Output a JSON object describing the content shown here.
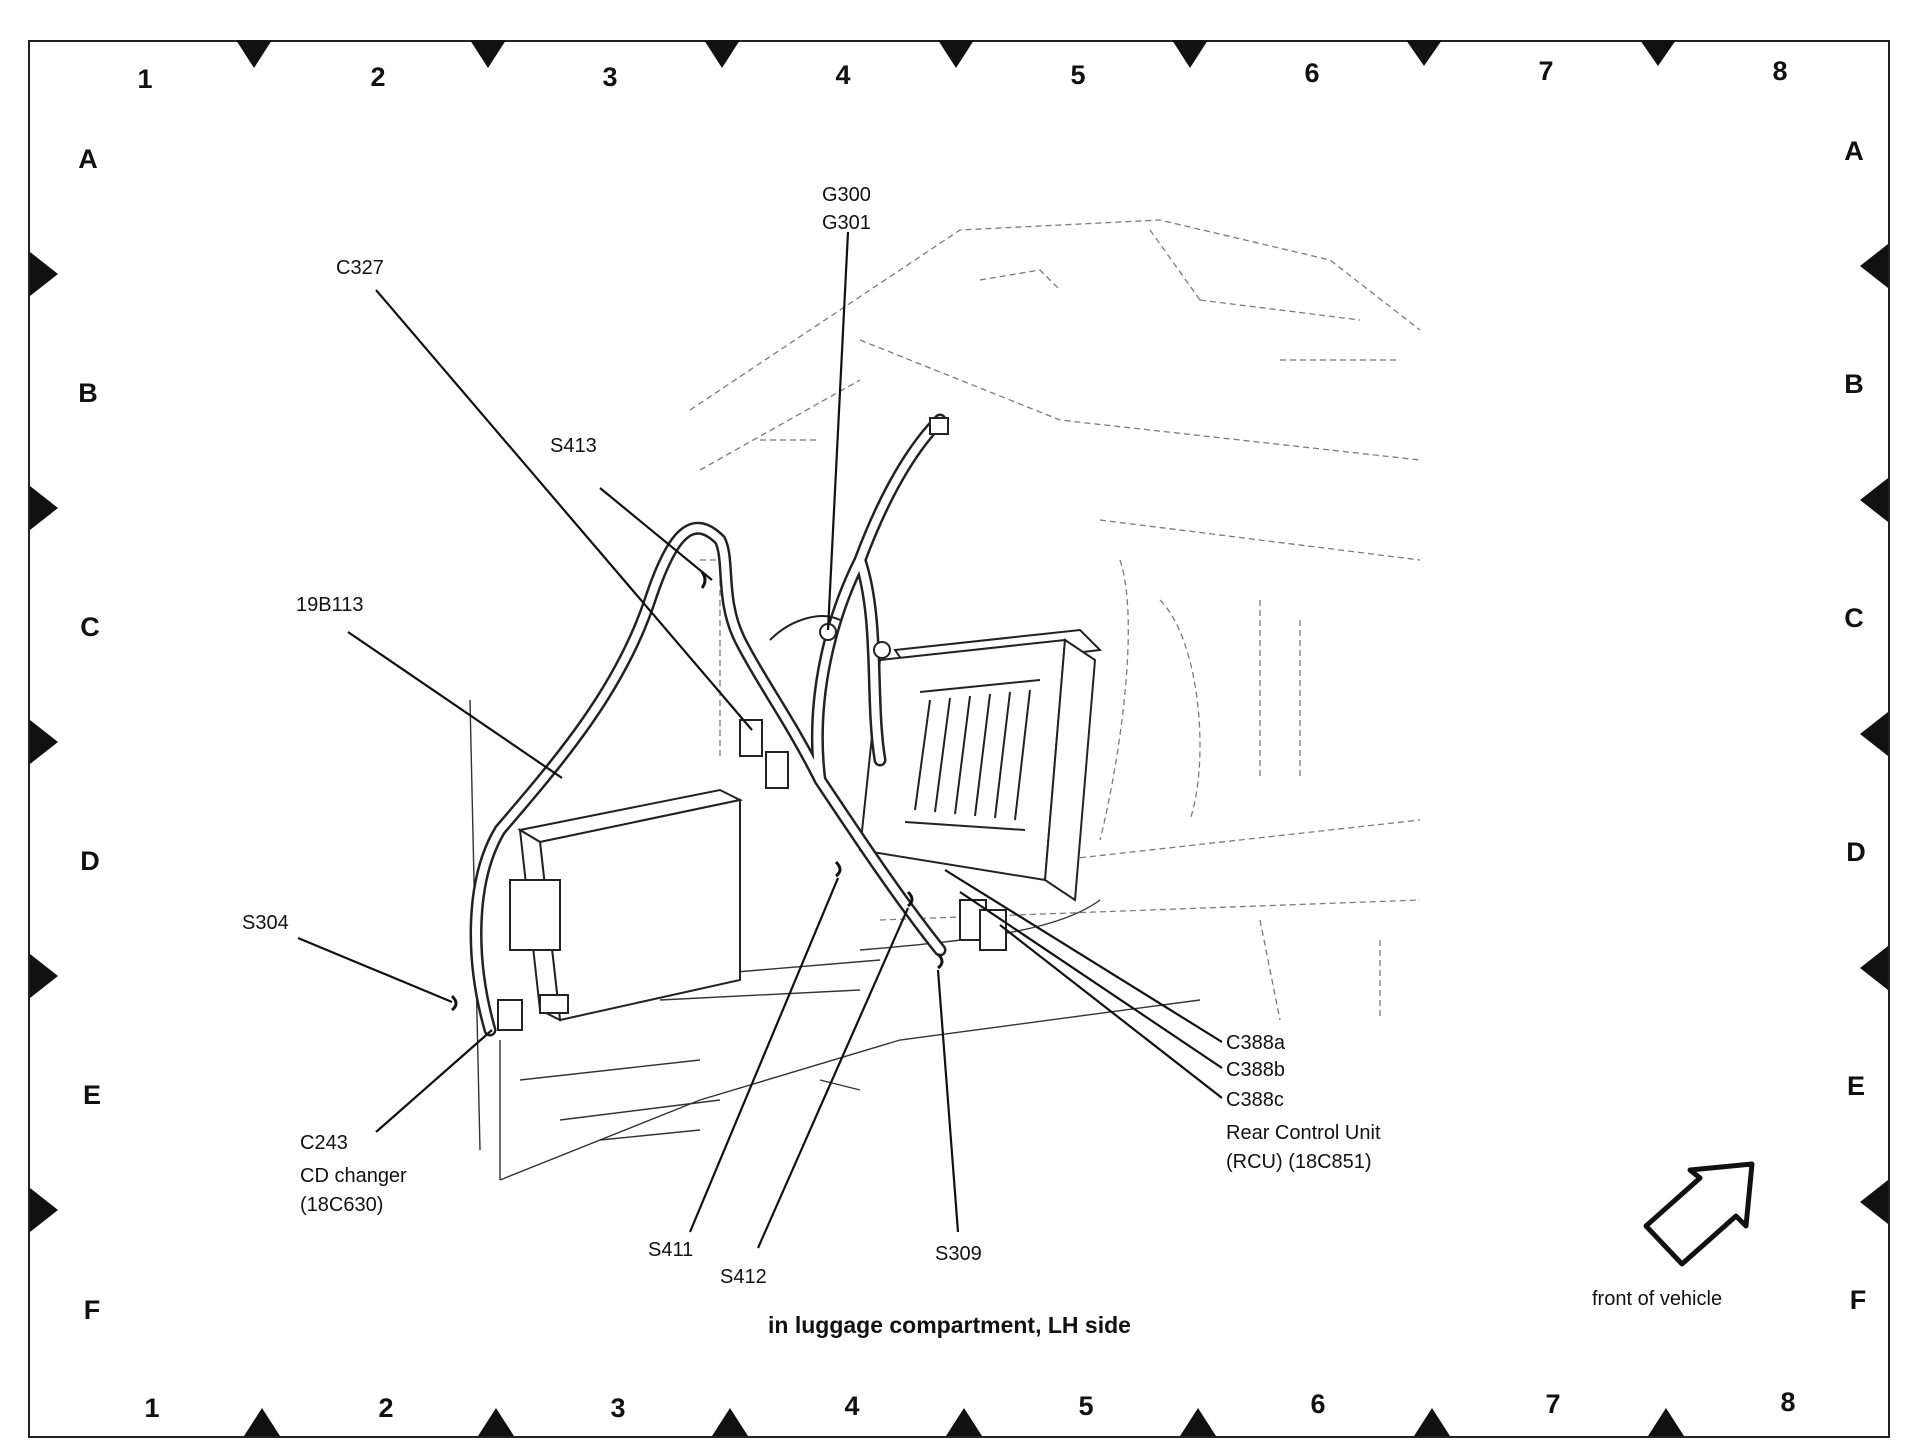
{
  "grid": {
    "columns": [
      "1",
      "2",
      "3",
      "4",
      "5",
      "6",
      "7",
      "8"
    ],
    "rows": [
      "A",
      "B",
      "C",
      "D",
      "E",
      "F"
    ]
  },
  "labels": {
    "g300": "G300",
    "g301": "G301",
    "c327": "C327",
    "s413": "S413",
    "b19b113": "19B113",
    "s304": "S304",
    "c243": "C243",
    "cd_changer": "CD changer",
    "cd_changer_part": "(18C630)",
    "s411": "S411",
    "s412": "S412",
    "s309": "S309",
    "c388a": "C388a",
    "c388b": "C388b",
    "c388c": "C388c",
    "rcu_name": "Rear Control Unit",
    "rcu_part": "(RCU) (18C851)",
    "front_of_vehicle": "front of vehicle"
  },
  "caption": "in luggage compartment, LH side",
  "icons": {
    "direction": "front-arrow-icon"
  }
}
